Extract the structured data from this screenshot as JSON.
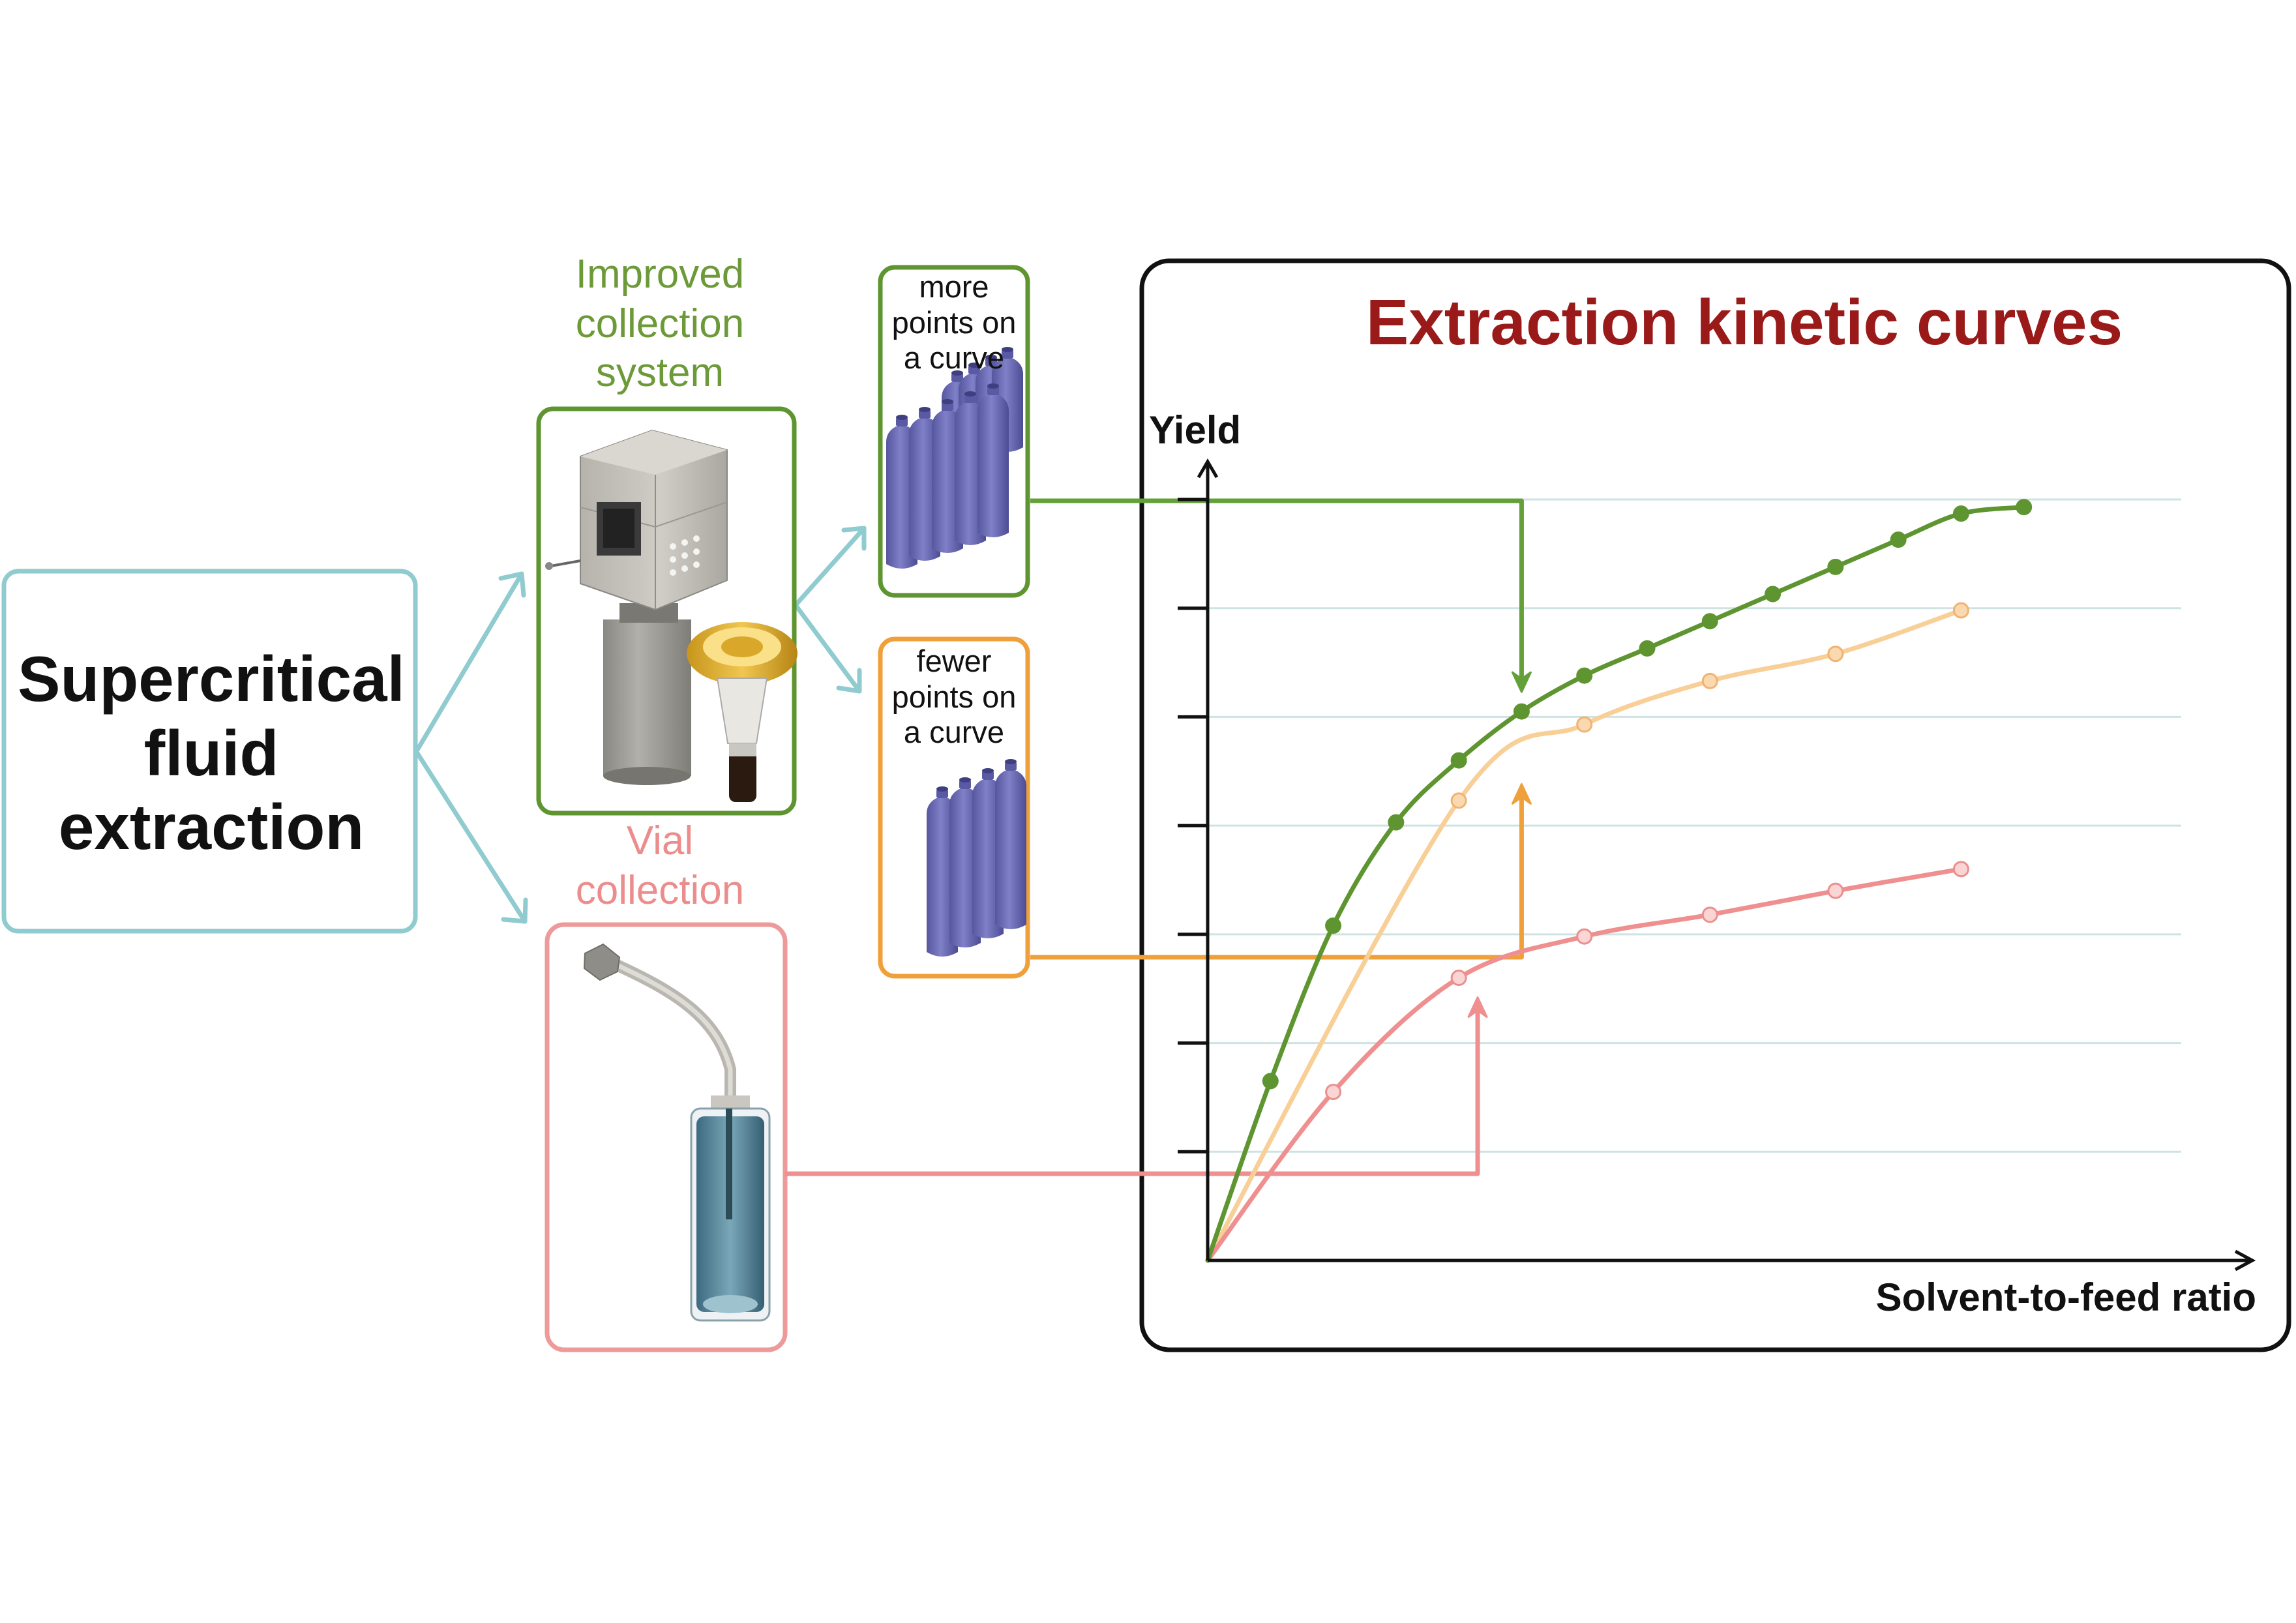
{
  "labels": {
    "sfe_line1": "Supercritical",
    "sfe_line2": "fluid",
    "sfe_line3": "extraction",
    "improved_line1": "Improved",
    "improved_line2": "collection",
    "improved_line3": "system",
    "vial_line1": "Vial",
    "vial_line2": "collection",
    "more_line1": "more",
    "more_line2": "points on",
    "more_line3": "a curve",
    "fewer_line1": "fewer",
    "fewer_line2": "points on",
    "fewer_line3": "a curve"
  },
  "colors": {
    "sfe": "#8fcbcf",
    "improved": "#5e9530",
    "improved_arrow": "#64a03a",
    "vial": "#ee9a9a",
    "vial_curve": "#ef8f8f",
    "fewer": "#f0a03a",
    "fewer_curve": "#f9cf98",
    "title": "#9a1a1a",
    "grid": "#cfe3e3",
    "tubes": "#6a6ab6"
  },
  "chart_data": {
    "type": "line",
    "title": "Extraction kinetic curves",
    "xlabel": "Solvent-to-feed ratio",
    "ylabel": "Yield",
    "xlim": [
      0,
      14
    ],
    "ylim": [
      0,
      7
    ],
    "grid": true,
    "series": [
      {
        "name": "improved collection system (more points)",
        "color": "#5e9530",
        "x": [
          0,
          1,
          2,
          3,
          4,
          5,
          6,
          7,
          8,
          9,
          10,
          11,
          12,
          13
        ],
        "y": [
          0,
          1.65,
          3.08,
          4.03,
          4.6,
          5.05,
          5.38,
          5.63,
          5.88,
          6.13,
          6.38,
          6.63,
          6.87,
          6.93
        ]
      },
      {
        "name": "fewer points",
        "color": "#f9cf98",
        "x": [
          0,
          4,
          6,
          8,
          10,
          12
        ],
        "y": [
          0,
          4.23,
          4.93,
          5.33,
          5.58,
          5.98
        ]
      },
      {
        "name": "vial collection",
        "color": "#ef8f8f",
        "x": [
          0,
          2,
          4,
          6,
          8,
          10,
          12
        ],
        "y": [
          0,
          1.55,
          2.6,
          2.98,
          3.18,
          3.4,
          3.6
        ]
      }
    ]
  }
}
